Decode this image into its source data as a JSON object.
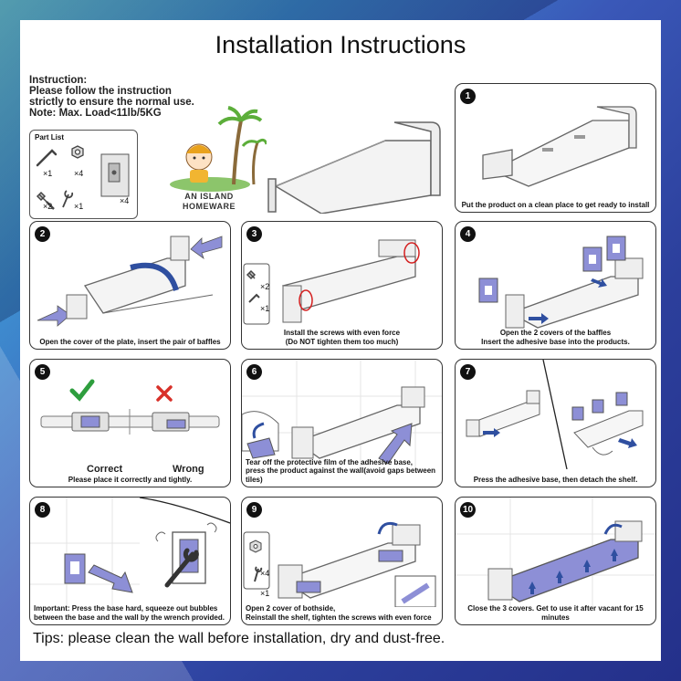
{
  "title": "Installation Instructions",
  "instruction": {
    "heading": "Instruction:",
    "line1": "Please follow the instruction",
    "line2": "strictly to ensure the normal use.",
    "note": "Note: Max. Load<11lb/5KG"
  },
  "part_list": {
    "title": "Part List",
    "items": [
      {
        "icon": "hex-key-icon",
        "qty": "×1"
      },
      {
        "icon": "nut-icon",
        "qty": "×4"
      },
      {
        "icon": "screw-icon",
        "qty": "×2"
      },
      {
        "icon": "wrench-icon",
        "qty": "×1"
      },
      {
        "icon": "adhesive-base-icon",
        "qty": "×4"
      }
    ]
  },
  "brand": {
    "line1": "AN ISLAND",
    "line2": "HOMEWARE"
  },
  "steps": [
    {
      "number": "1",
      "caption": "Put the product on a clean place to get ready to install"
    },
    {
      "number": "2",
      "caption": "Open the cover of the plate, insert the pair of baffles"
    },
    {
      "number": "3",
      "caption": "Install the screws with even force",
      "caption2": "(Do NOT tighten them too much)",
      "qty1": "×2",
      "qty2": "×1"
    },
    {
      "number": "4",
      "caption": "Open the 2 covers of the baffles",
      "caption2": "Insert the adhesive base into the products."
    },
    {
      "number": "5",
      "caption": "Please place it correctly and tightly.",
      "correct_label": "Correct",
      "wrong_label": "Wrong"
    },
    {
      "number": "6",
      "caption": "Tear off the protective film of the adhesive base,",
      "caption2": "press the product against the wall(avoid gaps between tiles)"
    },
    {
      "number": "7",
      "caption": "Press the adhesive base, then detach the shelf."
    },
    {
      "number": "8",
      "caption": "Important: Press the base hard, squeeze out bubbles",
      "caption2": "between the base and the wall by the wrench provided."
    },
    {
      "number": "9",
      "caption": "Open 2 cover of bothside,",
      "caption2": "Reinstall the shelf, tighten the screws with even force",
      "qty1": "×4",
      "qty2": "×1"
    },
    {
      "number": "10",
      "caption": "Close the 3 covers. Get to use it after vacant for 15 minutes"
    }
  ],
  "tips": "Tips: please clean the wall before installation, dry and dust-free.",
  "colors": {
    "accent": "#8d8fd6",
    "correct": "#2e9e3e",
    "wrong": "#d8312a",
    "marker": "#d41f1f"
  }
}
